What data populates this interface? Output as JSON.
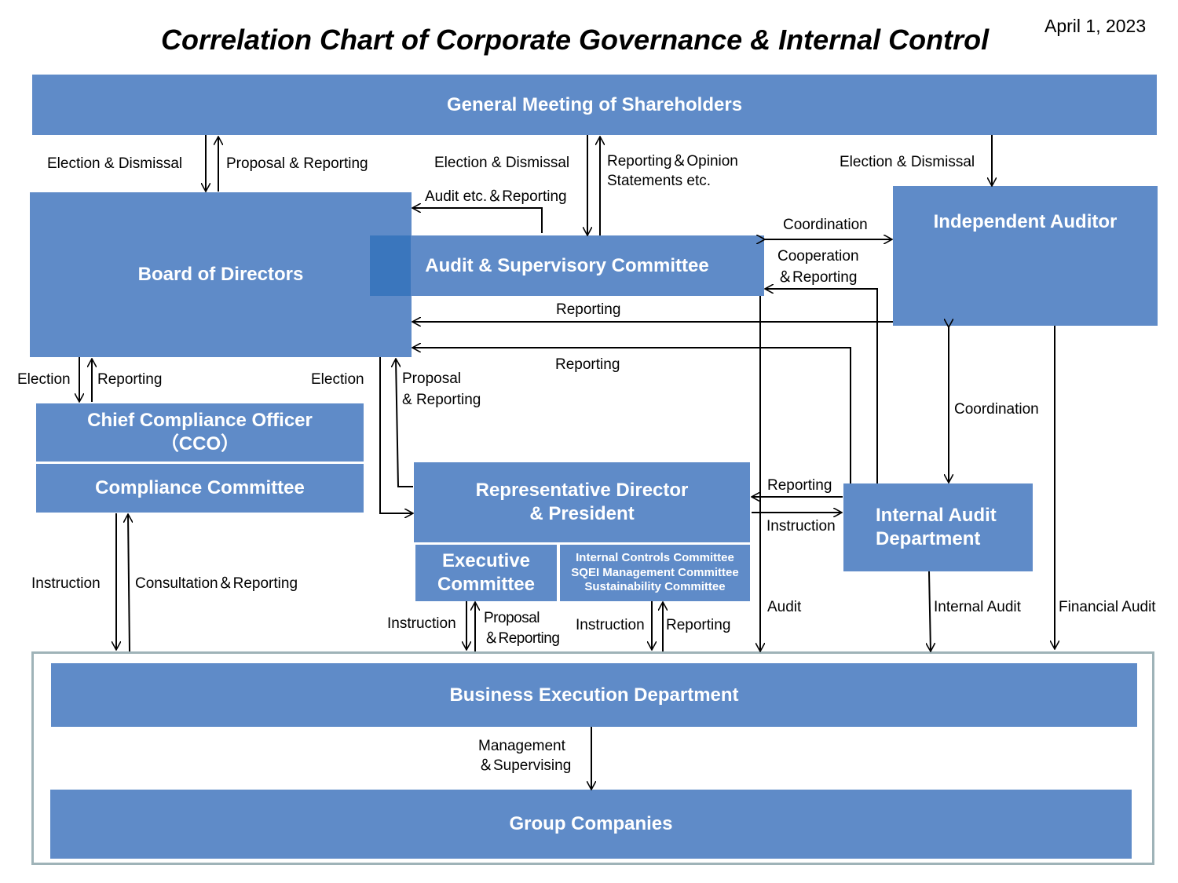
{
  "header": {
    "title": "Correlation Chart of Corporate Governance & Internal Control",
    "date": "April 1, 2023"
  },
  "boxes": {
    "shareholders": "General Meeting of Shareholders",
    "board": "Board of Directors",
    "audit_committee": "Audit & Supervisory Committee",
    "independent_auditor": "Independent Auditor",
    "cco": "Chief Compliance Officer\n（CCO）",
    "compliance_committee": "Compliance Committee",
    "rep_director": "Representative Director\n& President",
    "executive_committee": "Executive\nCommittee",
    "committees": "Internal Controls Committee\nSQEI Management Committee\nSustainability Committee",
    "internal_audit": "Internal Audit\nDepartment",
    "business_execution": "Business Execution Department",
    "group_companies": "Group Companies"
  },
  "labels": {
    "election_dismissal_1": "Election & Dismissal",
    "proposal_reporting_1": "Proposal & Reporting",
    "election_dismissal_2": "Election & Dismissal",
    "reporting_opinion": "Reporting＆Opinion\nStatements  etc.",
    "election_dismissal_3": "Election & Dismissal",
    "audit_reporting": "Audit etc.＆Reporting",
    "coordination_1": "Coordination",
    "cooperation_reporting": "Cooperation\n＆Reporting",
    "reporting_1": "Reporting",
    "reporting_2": "Reporting",
    "election_1": "Election",
    "reporting_3": "Reporting",
    "election_2": "Election",
    "proposal_reporting_2": "Proposal\n& Reporting",
    "coordination_2": "Coordination",
    "reporting_4": "Reporting",
    "instruction_1": "Instruction",
    "instruction_2": "Instruction",
    "consultation_reporting": "Consultation＆Reporting",
    "instruction_3": "Instruction",
    "proposal_reporting_3": "Proposal\n＆Reporting",
    "instruction_4": "Instruction",
    "reporting_5": "Reporting",
    "audit": "Audit",
    "internal_audit_lbl": "Internal Audit",
    "financial_audit": "Financial Audit",
    "management_supervising": "Management\n＆Supervising"
  },
  "colors": {
    "box_fill": "#5f8bc8",
    "box_overlap": "#3a76bd",
    "frame": "#9fb3b8",
    "line": "#000000"
  }
}
